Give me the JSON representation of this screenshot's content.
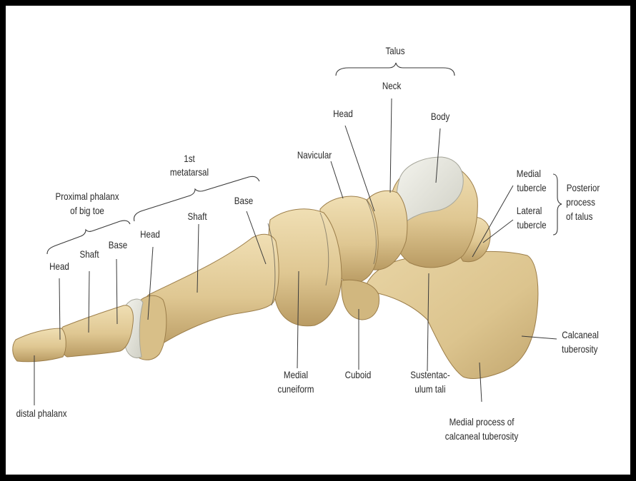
{
  "labels": {
    "talus": "Talus",
    "neck": "Neck",
    "talus_head": "Head",
    "body": "Body",
    "navicular": "Navicular",
    "first_metatarsal_line1": "1st",
    "first_metatarsal_line2": "metatarsal",
    "proximal_phalanx_line1": "Proximal phalanx",
    "proximal_phalanx_line2": "of big toe",
    "metatarsal_base": "Base",
    "metatarsal_shaft": "Shaft",
    "metatarsal_head": "Head",
    "phalanx_base": "Base",
    "phalanx_shaft": "Shaft",
    "phalanx_head": "Head",
    "medial_tubercle_line1": "Medial",
    "medial_tubercle_line2": "tubercle",
    "lateral_tubercle_line1": "Lateral",
    "lateral_tubercle_line2": "tubercle",
    "posterior_process_line1": "Posterior",
    "posterior_process_line2": "process",
    "posterior_process_line3": "of talus",
    "calcaneal_tuberosity_line1": "Calcaneal",
    "calcaneal_tuberosity_line2": "tuberosity",
    "medial_cuneiform_line1": "Medial",
    "medial_cuneiform_line2": "cuneiform",
    "cuboid": "Cuboid",
    "sustentaculum_line1": "Sustentac-",
    "sustentaculum_line2": "ulum tali",
    "medial_process_line1": "Medial process of",
    "medial_process_line2": "calcaneal tuberosity",
    "distal_phalanx": "distal phalanx"
  },
  "colors": {
    "bone": "#e2cc9a",
    "bone_shadow": "#b89a62",
    "bone_highlight": "#f3e6c6",
    "cartilage": "#dcdcd2",
    "frame": "#000000",
    "text": "#2a2a2a"
  }
}
